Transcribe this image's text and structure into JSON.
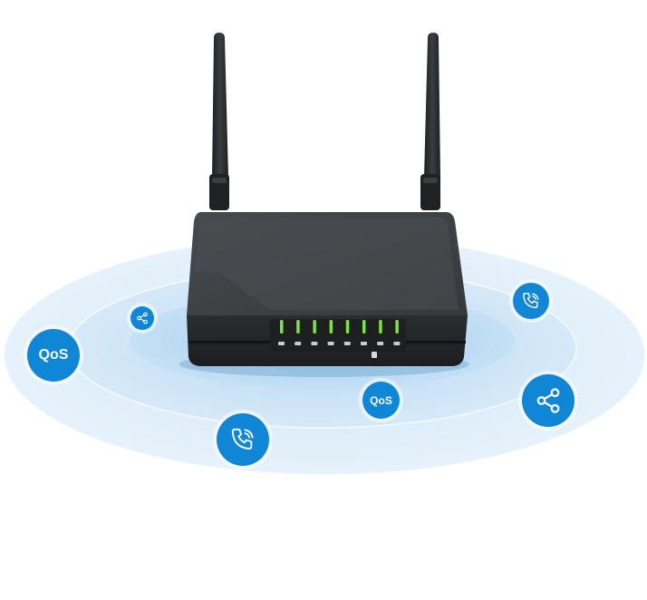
{
  "colors": {
    "ripple_outer": "#e3f0fa",
    "ripple_mid": "#cfe4f6",
    "ripple_inner": "#b3d5f1",
    "badge_blue": "#0f86d6",
    "device_body": "#2d3033",
    "device_top": "#3d4145",
    "led_green": "#7ee43a"
  },
  "badges": [
    {
      "kind": "text",
      "icon": "qos-icon",
      "label": "QoS"
    },
    {
      "kind": "icon",
      "icon": "share-icon"
    },
    {
      "kind": "icon",
      "icon": "phone-icon"
    },
    {
      "kind": "text",
      "icon": "qos-icon",
      "label": "QoS"
    },
    {
      "kind": "icon",
      "icon": "phone-icon"
    },
    {
      "kind": "icon",
      "icon": "share-icon"
    }
  ],
  "device": {
    "name_icon": "router-icon",
    "led_count": 8,
    "antenna_count": 2
  }
}
